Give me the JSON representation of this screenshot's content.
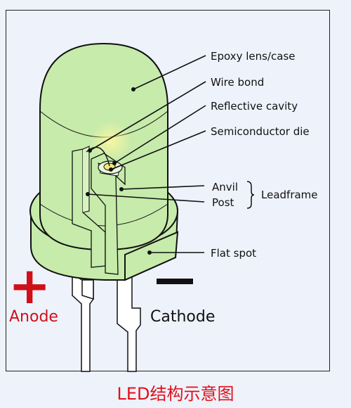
{
  "labels": {
    "epoxy": "Epoxy lens/case",
    "wire_bond": "Wire bond",
    "reflective_cavity": "Reflective cavity",
    "semiconductor_die": "Semiconductor die",
    "anvil": "Anvil",
    "post": "Post",
    "leadframe": "Leadframe",
    "flat_spot": "Flat spot"
  },
  "terminals": {
    "anode": "Anode",
    "cathode": "Cathode",
    "plus_symbol": "+"
  },
  "caption": "LED结构示意图",
  "colors": {
    "epoxy_fill": "#c6ebab",
    "die_glow": "#f5e87a",
    "anode_red": "#d01018",
    "outline": "#111111",
    "background": "#eef2fb",
    "caption_red": "#e0101a"
  }
}
